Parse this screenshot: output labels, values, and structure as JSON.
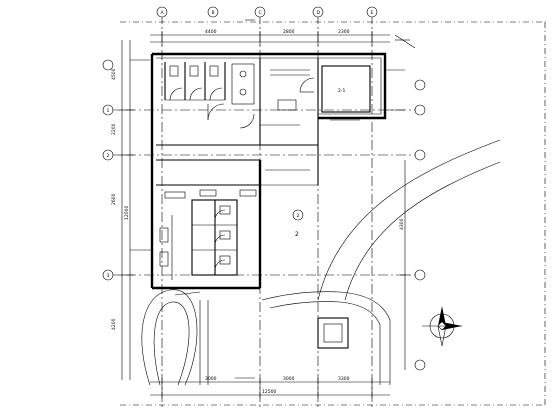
{
  "plan": {
    "top_dims": [
      "4400",
      "2800",
      "2300"
    ],
    "left_dims": [
      "4500",
      "2200",
      "2600",
      "12000",
      "4200"
    ],
    "bottom_dims": [
      "3000",
      "3000",
      "3300"
    ],
    "bottom_total": "12500",
    "right_dim": "4300",
    "grid_top": [
      "A",
      "B",
      "C",
      "D",
      "E"
    ],
    "grid_left": [
      "1",
      "2",
      "3"
    ],
    "room_number_upper": "2",
    "room_number_lower": "2",
    "room_tag": "2-1"
  }
}
